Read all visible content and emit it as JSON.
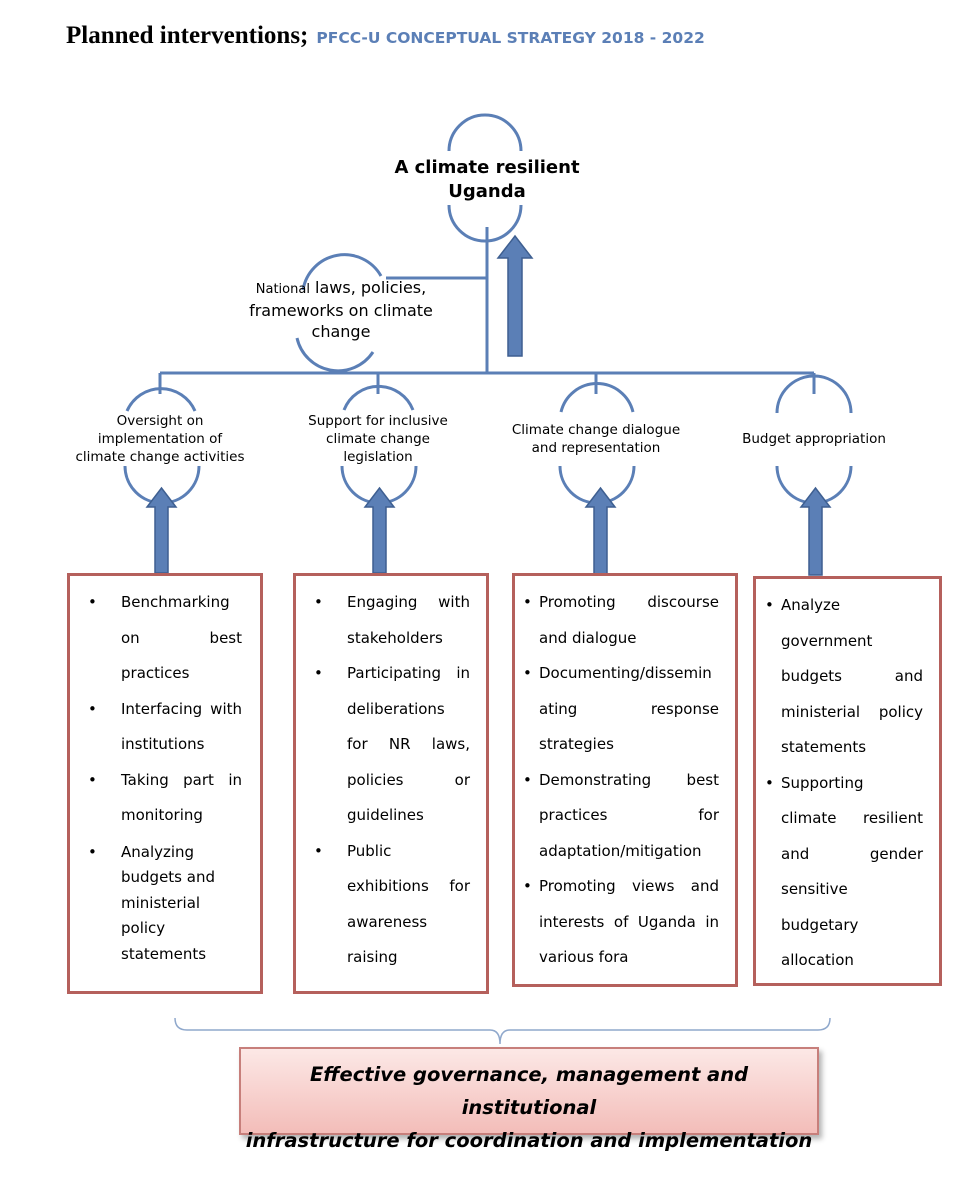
{
  "header": {
    "title": "Planned interventions;",
    "subtitle": "PFCC-U CONCEPTUAL STRATEGY 2018 - 2022"
  },
  "goal": {
    "line1": "A climate resilient",
    "line2": "Uganda"
  },
  "national": {
    "small": "National",
    "rest": "laws, policies,",
    "line2": "frameworks on climate",
    "line3": "change"
  },
  "objectives": [
    {
      "lines": [
        "Oversight on",
        "implementation of",
        "climate change activities"
      ]
    },
    {
      "lines": [
        "Support for inclusive",
        "climate change",
        "legislation"
      ]
    },
    {
      "lines": [
        "Climate change dialogue",
        "and representation"
      ]
    },
    {
      "lines": [
        "Budget appropriation"
      ]
    }
  ],
  "boxes": [
    {
      "items": [
        "Benchmarking on best practices",
        "Interfacing with institutions",
        "Taking part in monitoring",
        "Analyzing budgets and ministerial policy statements"
      ]
    },
    {
      "items": [
        "Engaging with stakeholders",
        "Participating in deliberations for NR laws, policies or guidelines",
        "Public exhibitions for awareness raising"
      ]
    },
    {
      "items": [
        "Promoting discourse and dialogue",
        "Documenting/dissemin ating response strategies",
        "Demonstrating best practices for adaptation/mitigation",
        "Promoting views and interests of Uganda in various fora"
      ]
    },
    {
      "items": [
        "Analyze government budgets and ministerial policy statements",
        "Supporting climate resilient and gender sensitive budgetary allocation"
      ]
    }
  ],
  "outcome": {
    "line1": "Effective governance, management and institutional",
    "line2": "infrastructure for coordination and implementation"
  },
  "colors": {
    "connector": "#5b7fb6",
    "arrow_fill": "#5b7fb6",
    "arrow_stroke": "#3e5f91",
    "box_border": "#b5605c",
    "outcome_border": "#c77f7b"
  }
}
